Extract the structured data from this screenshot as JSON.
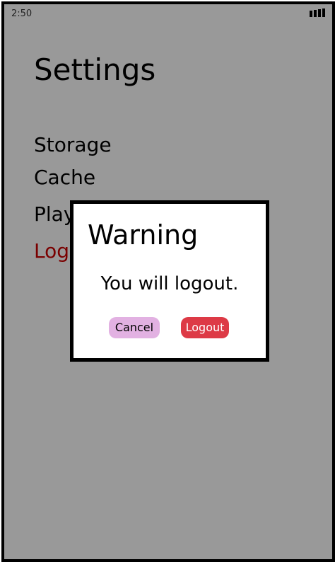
{
  "status_bar": {
    "time": "2:50",
    "signal_icon": "signal-bars-icon"
  },
  "settings": {
    "title": "Settings",
    "items": [
      {
        "label": "Storage",
        "color": "#000000"
      },
      {
        "label": "Cache",
        "color": "#000000"
      },
      {
        "label": "Play",
        "color": "#000000"
      },
      {
        "label": "Log",
        "color": "#7a0000"
      }
    ]
  },
  "dialog": {
    "title": "Warning",
    "message": "You will logout.",
    "cancel_label": "Cancel",
    "logout_label": "Logout",
    "cancel_color": "#e2b1e2",
    "logout_color": "#dd3a46"
  },
  "colors": {
    "overlay_background": "#999999",
    "frame": "#000000"
  }
}
